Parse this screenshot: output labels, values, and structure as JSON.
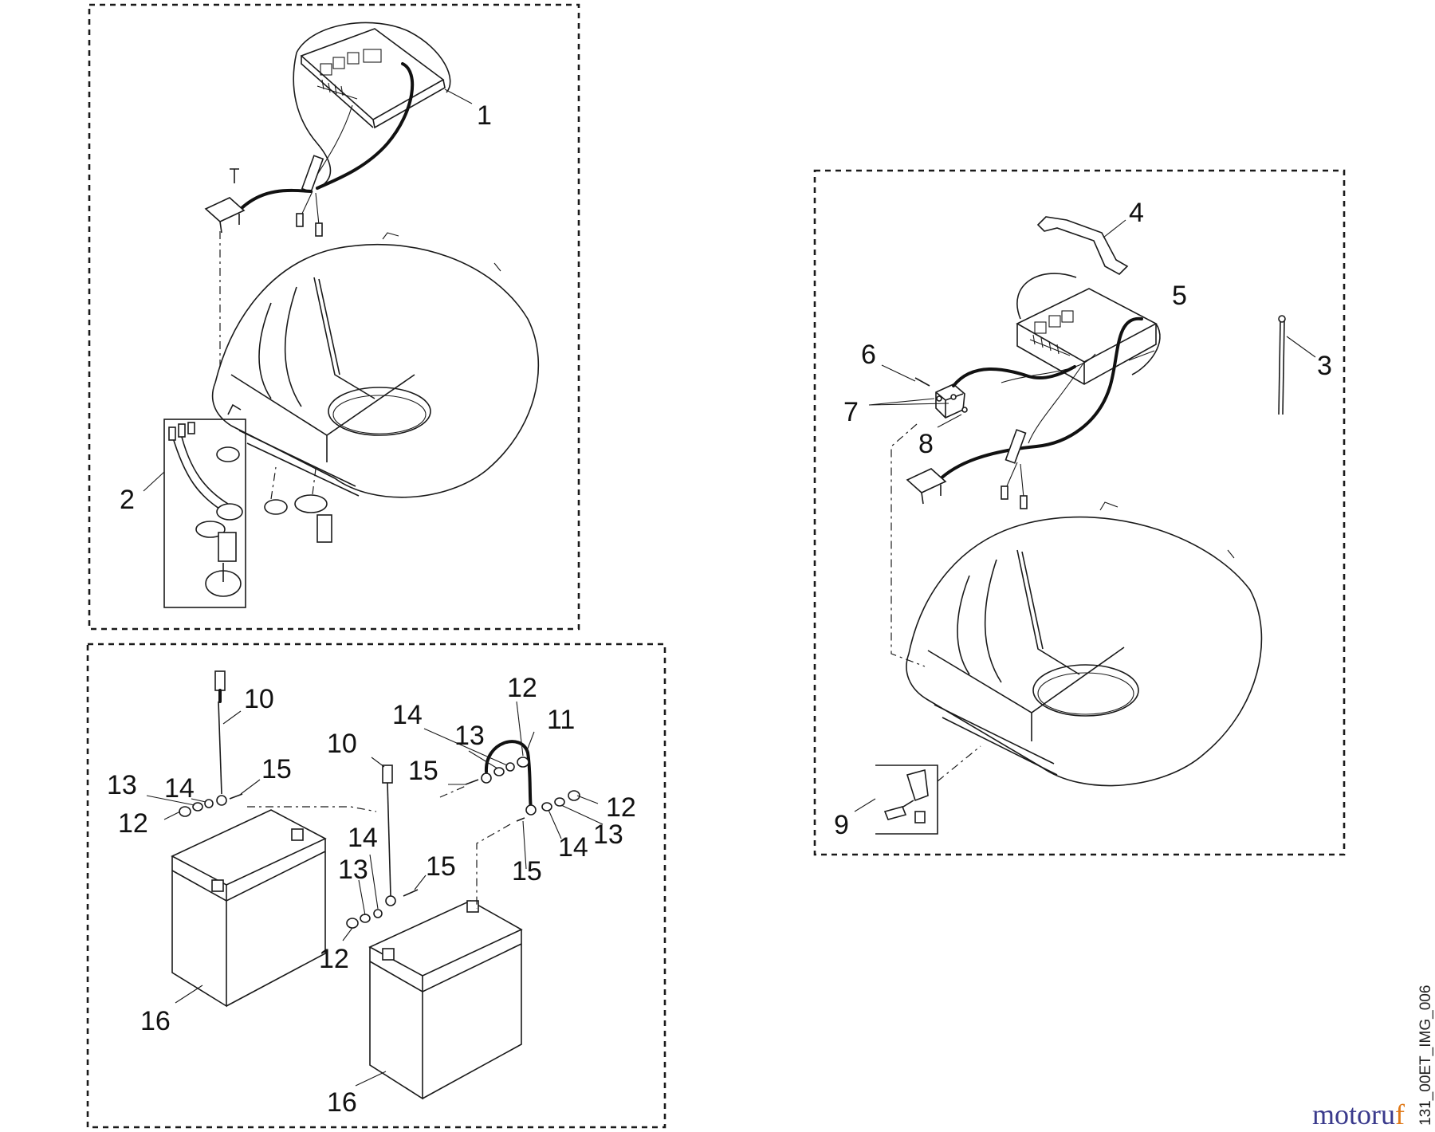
{
  "callouts": {
    "c1": "1",
    "c2": "2",
    "c3": "3",
    "c4": "4",
    "c5": "5",
    "c6": "6",
    "c7": "7",
    "c8": "8",
    "c9": "9",
    "c10a": "10",
    "c10b": "10",
    "c11": "11",
    "c12a": "12",
    "c12b": "12",
    "c12c": "12",
    "c12d": "12",
    "c13a": "13",
    "c13b": "13",
    "c13c": "13",
    "c13d": "13",
    "c14a": "14",
    "c14b": "14",
    "c14c": "14",
    "c14d": "14",
    "c15a": "15",
    "c15b": "15",
    "c15c": "15",
    "c16a": "16",
    "c16b": "16"
  },
  "image_code": "131_00ET_IMG_006",
  "watermark": {
    "text_dark": "motoru",
    "text_accent": "f",
    "dark_color": "#3a3a8c",
    "accent_color": "#e07a1a"
  }
}
